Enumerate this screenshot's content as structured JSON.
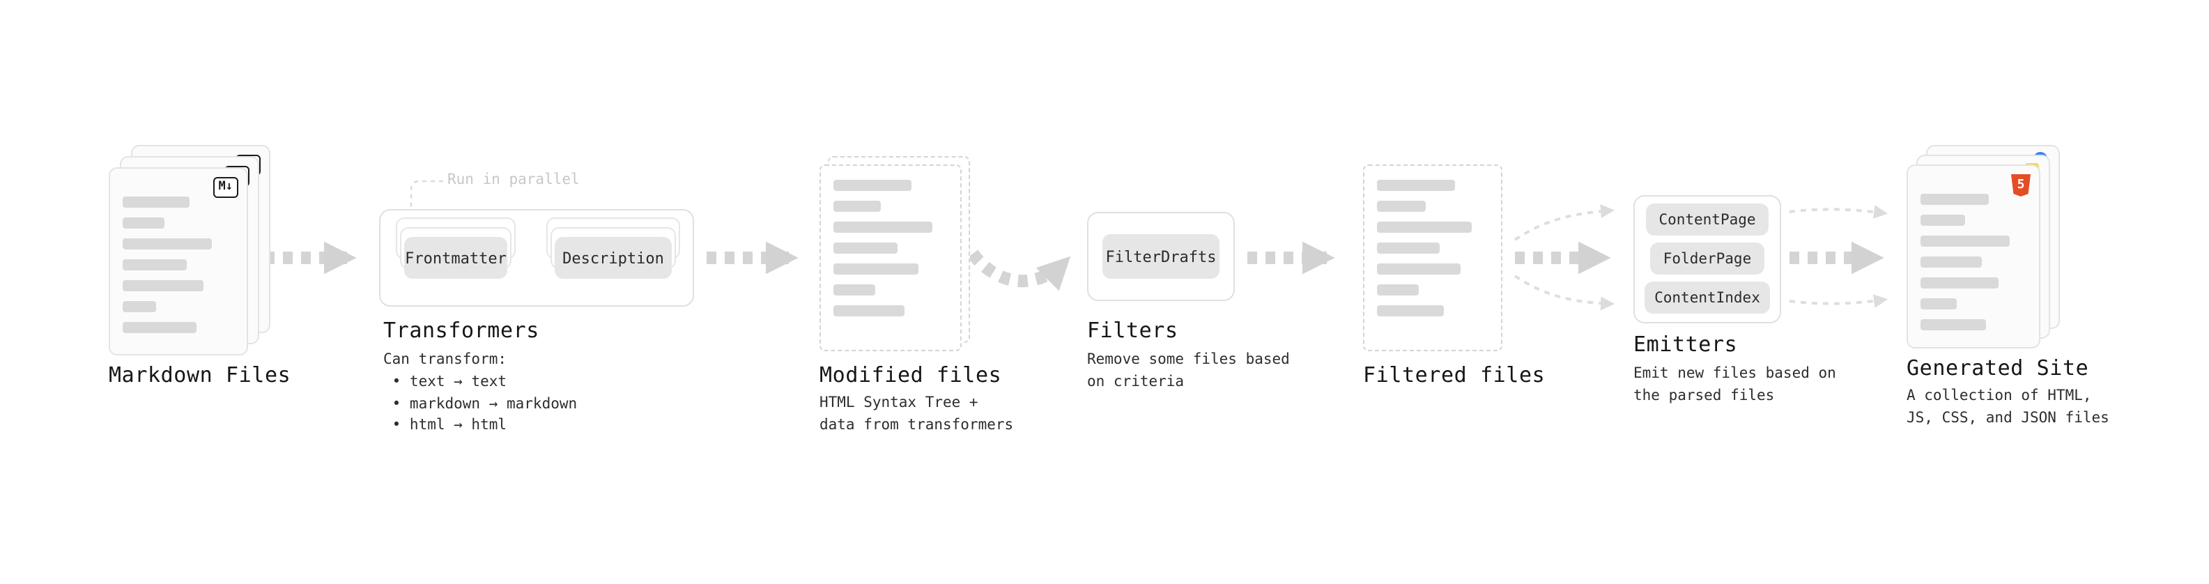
{
  "stages": {
    "markdown_files": {
      "label": "Markdown Files"
    },
    "transformers": {
      "label": "Transformers",
      "annotation": "Run in parallel",
      "box1": "Frontmatter",
      "box2": "Description",
      "caption": "Can transform:\n • text → text\n • markdown → markdown\n • html → html"
    },
    "modified_files": {
      "label": "Modified files",
      "caption": "HTML Syntax Tree +\ndata from transformers"
    },
    "filters": {
      "label": "Filters",
      "box1": "FilterDrafts",
      "caption": "Remove some files based\non criteria"
    },
    "filtered_files": {
      "label": "Filtered files"
    },
    "emitters": {
      "label": "Emitters",
      "box1": "ContentPage",
      "box2": "FolderPage",
      "box3": "ContentIndex",
      "caption": "Emit new files based on\nthe parsed files"
    },
    "generated_site": {
      "label": "Generated Site",
      "caption": "A collection of HTML,\nJS, CSS, and JSON files"
    }
  },
  "icons": {
    "markdown_badge": "M↓",
    "html5_badge": "5"
  },
  "colors": {
    "arrow_thick": "#d4d4d4",
    "arrow_thin": "#dedede",
    "bar": "#d9d9d9",
    "card_border": "#e3e3e3",
    "pill_bg": "#e6e6e6",
    "html5_orange": "#e44d26",
    "js_yellow": "#f0db4f",
    "css_blue": "#3b82f6",
    "annotation_gray": "#c7c7c7"
  }
}
